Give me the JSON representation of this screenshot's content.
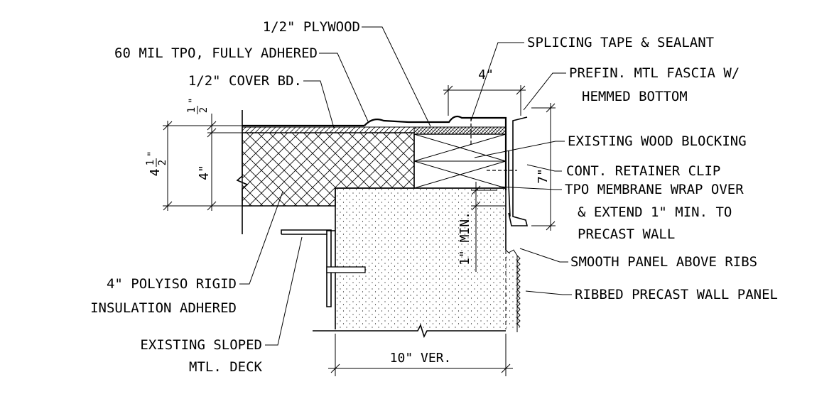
{
  "labels": {
    "plywood": "1/2\" PLYWOOD",
    "tpo": "60 MIL TPO, FULLY ADHERED",
    "cover_bd": "1/2\" COVER BD.",
    "splicing": "SPLICING TAPE & SEALANT",
    "fascia_1": "PREFIN. MTL FASCIA W/",
    "fascia_2": "HEMMED BOTTOM",
    "blocking": "EXISTING WOOD BLOCKING",
    "clip": "CONT. RETAINER CLIP",
    "wrap_1": "TPO MEMBRANE WRAP OVER",
    "wrap_2": "& EXTEND 1\" MIN. TO",
    "wrap_3": "PRECAST WALL",
    "smooth": "SMOOTH PANEL ABOVE RIBS",
    "ribbed": "RIBBED PRECAST WALL PANEL",
    "polyiso_1": "4\" POLYISO RIGID",
    "polyiso_2": "INSULATION ADHERED",
    "deck_1": "EXISTING SLOPED",
    "deck_2": "MTL. DECK"
  },
  "dimensions": {
    "lap": "4\"",
    "half_num": "1",
    "half_den": "2",
    "quote": "\"",
    "total_whole": "4",
    "total_num": "1",
    "total_den": "2",
    "insul": "4\"",
    "fascia_ht": "7\"",
    "min_lap": "1\" MIN.",
    "wall_width": "10\" VER."
  },
  "colors": {
    "line": "#000000",
    "background": "#ffffff"
  }
}
